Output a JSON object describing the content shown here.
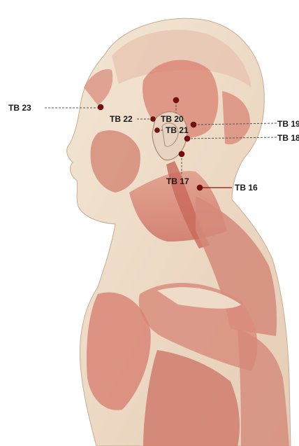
{
  "colors": {
    "skin_light": "#efe1cf",
    "muscle": "#d98a7a",
    "muscle_dark": "#c0665a",
    "point": "#7a0d0d",
    "background": "#ffffff"
  },
  "points": [
    {
      "id": "tb23",
      "label": "TB 23"
    },
    {
      "id": "tb22",
      "label": "TB 22"
    },
    {
      "id": "tb20",
      "label": "TB 20"
    },
    {
      "id": "tb21",
      "label": "TB 21"
    },
    {
      "id": "tb19",
      "label": "TB 19"
    },
    {
      "id": "tb18",
      "label": "TB 18"
    },
    {
      "id": "tb17",
      "label": "TB 17"
    },
    {
      "id": "tb16",
      "label": "TB 16"
    }
  ]
}
